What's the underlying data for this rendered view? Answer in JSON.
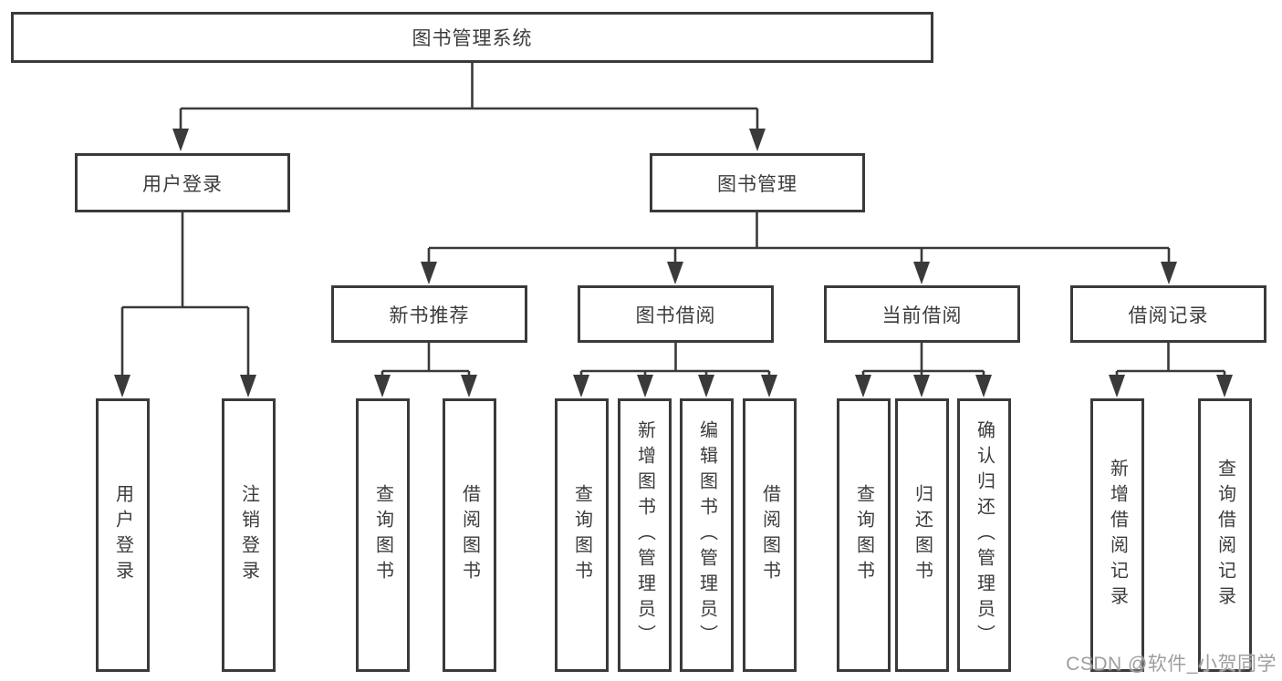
{
  "page": {
    "background": "#ffffff"
  },
  "colors": {
    "line": "#3a3a3a",
    "box_border": "#3a3a3a",
    "box_fill": "#ffffff",
    "text": "#3c3c3c",
    "watermark_text_color": "#9e9e9e"
  },
  "watermark": {
    "text": "CSDN @软件_小贺同学"
  },
  "tree": {
    "label": "图书管理系统",
    "children": [
      {
        "label": "用户登录",
        "children": [
          {
            "label": "用户登录"
          },
          {
            "label": "注销登录"
          }
        ]
      },
      {
        "label": "图书管理",
        "children": [
          {
            "label": "新书推荐",
            "children": [
              {
                "label": "查询图书"
              },
              {
                "label": "借阅图书"
              }
            ]
          },
          {
            "label": "图书借阅",
            "children": [
              {
                "label": "查询图书"
              },
              {
                "label": "新增图书（管理员）"
              },
              {
                "label": "编辑图书（管理员）"
              },
              {
                "label": "借阅图书"
              }
            ]
          },
          {
            "label": "当前借阅",
            "children": [
              {
                "label": "查询图书"
              },
              {
                "label": "归还图书"
              },
              {
                "label": "确认归还（管理员）"
              }
            ]
          },
          {
            "label": "借阅记录",
            "children": [
              {
                "label": "新增借阅记录"
              },
              {
                "label": "查询借阅记录"
              }
            ]
          }
        ]
      }
    ]
  }
}
